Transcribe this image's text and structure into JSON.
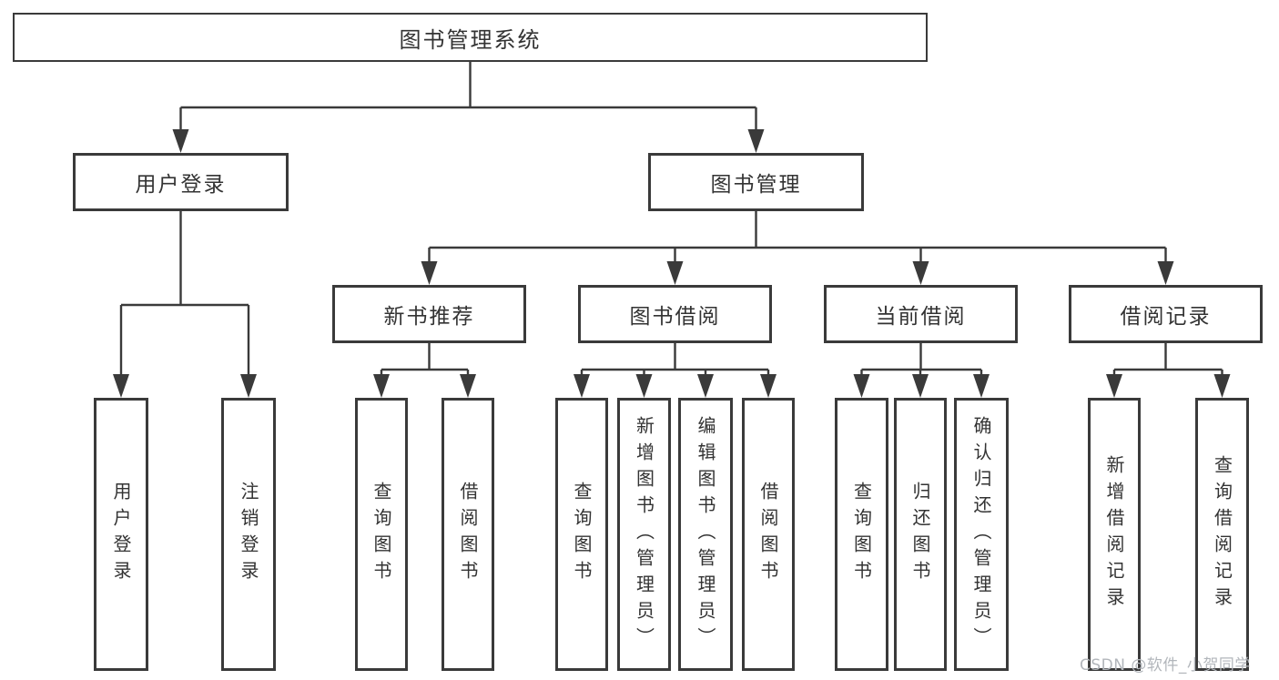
{
  "diagram": {
    "nodes": {
      "root": {
        "label": "图书管理系统"
      },
      "level2": [
        {
          "label": "用户登录"
        },
        {
          "label": "图书管理"
        }
      ],
      "level3": [
        {
          "label": "新书推荐",
          "parent": "图书管理"
        },
        {
          "label": "图书借阅",
          "parent": "图书管理"
        },
        {
          "label": "当前借阅",
          "parent": "图书管理"
        },
        {
          "label": "借阅记录",
          "parent": "图书管理"
        }
      ],
      "leaves": [
        {
          "label": "用户登录",
          "parent": "用户登录"
        },
        {
          "label": "注销登录",
          "parent": "用户登录"
        },
        {
          "label": "查询图书",
          "parent": "新书推荐"
        },
        {
          "label": "借阅图书",
          "parent": "新书推荐"
        },
        {
          "label": "查询图书",
          "parent": "图书借阅"
        },
        {
          "label": "新增图书（管理员）",
          "parent": "图书借阅"
        },
        {
          "label": "编辑图书（管理员）",
          "parent": "图书借阅"
        },
        {
          "label": "借阅图书",
          "parent": "图书借阅"
        },
        {
          "label": "查询图书",
          "parent": "当前借阅"
        },
        {
          "label": "归还图书",
          "parent": "当前借阅"
        },
        {
          "label": "确认归还（管理员）",
          "parent": "当前借阅"
        },
        {
          "label": "新增借阅记录",
          "parent": "借阅记录"
        },
        {
          "label": "查询借阅记录",
          "parent": "借阅记录"
        }
      ]
    },
    "watermark": {
      "text": "CSDN @软件_小贺同学",
      "color": "#b2b6bb"
    },
    "colors": {
      "line": "#3a3a3a",
      "border": "#3a3a3a",
      "text": "#333333",
      "background": "#ffffff"
    }
  }
}
